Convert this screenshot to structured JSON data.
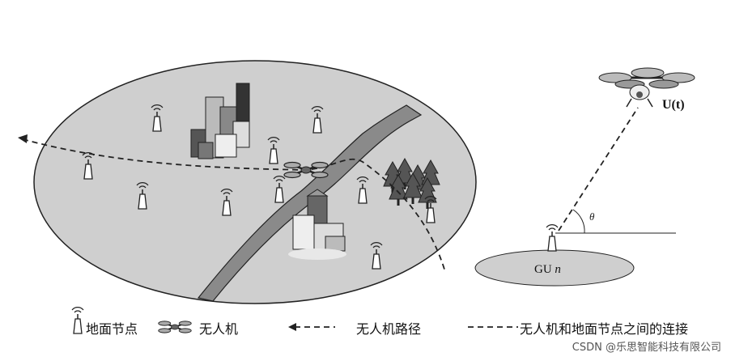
{
  "labels": {
    "uav": "U(t)",
    "gu_prefix": "GU",
    "gu_var": "n"
  },
  "legend": {
    "ground_node": "地面节点",
    "uav": "无人机",
    "uav_path": "无人机路径",
    "connection": "无人机和地面节点之间的连接"
  },
  "watermark": "CSDN @乐思智能科技有限公司",
  "icons": {
    "ground_node": "antenna-tower-icon",
    "uav": "quadcopter-drone-icon",
    "buildings": "city-buildings-icon",
    "trees": "forest-trees-icon"
  },
  "colors": {
    "ground_area": "#cfcfcf",
    "river": "#8a8a8a",
    "outline": "#222222"
  }
}
